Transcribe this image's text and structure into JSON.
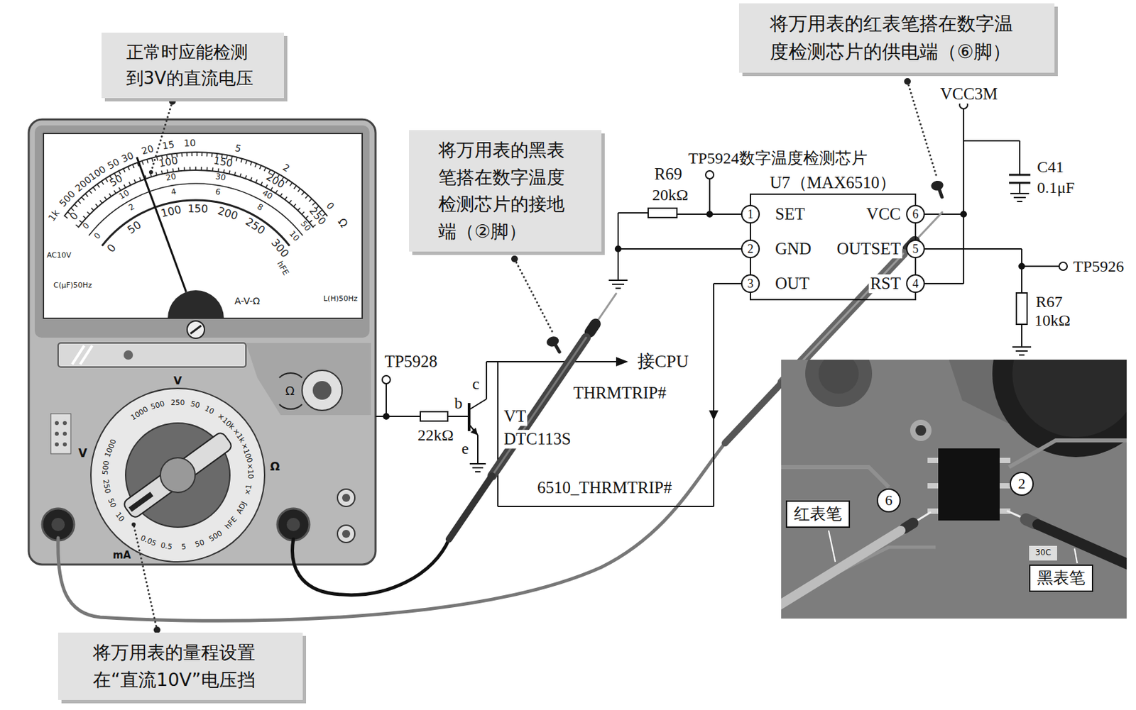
{
  "diagram": {
    "nodes": [
      {
        "text": [
          "正常时应能检测到3V的直流电压"
        ]
      },
      {
        "text": [
          "将万用表的红表笔搭在数字温度检测芯片的供电端（⑥脚）"
        ]
      },
      {
        "text": [
          "将万用表的黑表笔搭在数字温度检测芯片的接地端（②脚）"
        ]
      },
      {
        "text": [
          "U7（MAX6510）"
        ]
      },
      {
        "text": [
          "1"
        ],
        "in": 3
      },
      {
        "text": [
          "2"
        ],
        "in": 3
      },
      {
        "text": [
          "3"
        ],
        "in": 3
      },
      {
        "text": [
          "6"
        ],
        "in": 3
      },
      {
        "text": [
          "5"
        ],
        "in": 3
      },
      {
        "text": [
          "4"
        ],
        "in": 3
      },
      {
        "text": [
          "6"
        ]
      },
      {
        "text": [
          "2"
        ]
      },
      {
        "text": [
          "红表笔"
        ]
      },
      {
        "text": [
          "黑表笔"
        ]
      },
      {
        "text": [
          "将万用表的量程设置在“直流10V”电压挡"
        ]
      }
    ],
    "labels": [
      "VCC3M",
      "C41",
      "0.1μF",
      "R69",
      "20kΩ",
      "TP5924数字温度检测芯片",
      "SET",
      "GND",
      "OUT",
      "VCC",
      "OUTSET",
      "RST",
      "TP5926",
      "R67",
      "10kΩ",
      "TP5928",
      "22kΩ",
      "c",
      "b",
      "e",
      "VT",
      "DTC113S",
      "THRMTRIP#",
      "接CPU",
      "6510_THRMTRIP#",
      "30C",
      "1k",
      "500",
      "200",
      "100",
      "50",
      "30",
      "20",
      "15",
      "10",
      "5",
      "2",
      "0",
      "Ω",
      "0",
      "50",
      "100",
      "150",
      "200",
      "250",
      "0",
      "10",
      "20",
      "30",
      "40",
      "50",
      "0",
      "2",
      "4",
      "6",
      "8",
      "10",
      "0",
      "50",
      "100",
      "150",
      "200",
      "250",
      "300",
      "hFE",
      "A-V-Ω",
      "AC10V",
      "C(μF)50Hz",
      "L(H)50Hz",
      "Ω",
      "1000",
      "500",
      "250",
      "50",
      "10",
      "×10k",
      "×1k",
      "×100",
      "×10",
      "×1",
      "ADJ",
      "hFE",
      "500",
      "50",
      "5",
      "0.5",
      "0.05",
      "10",
      "50",
      "250",
      "500",
      "1000",
      "V",
      "Ω",
      "mA",
      "V"
    ]
  }
}
